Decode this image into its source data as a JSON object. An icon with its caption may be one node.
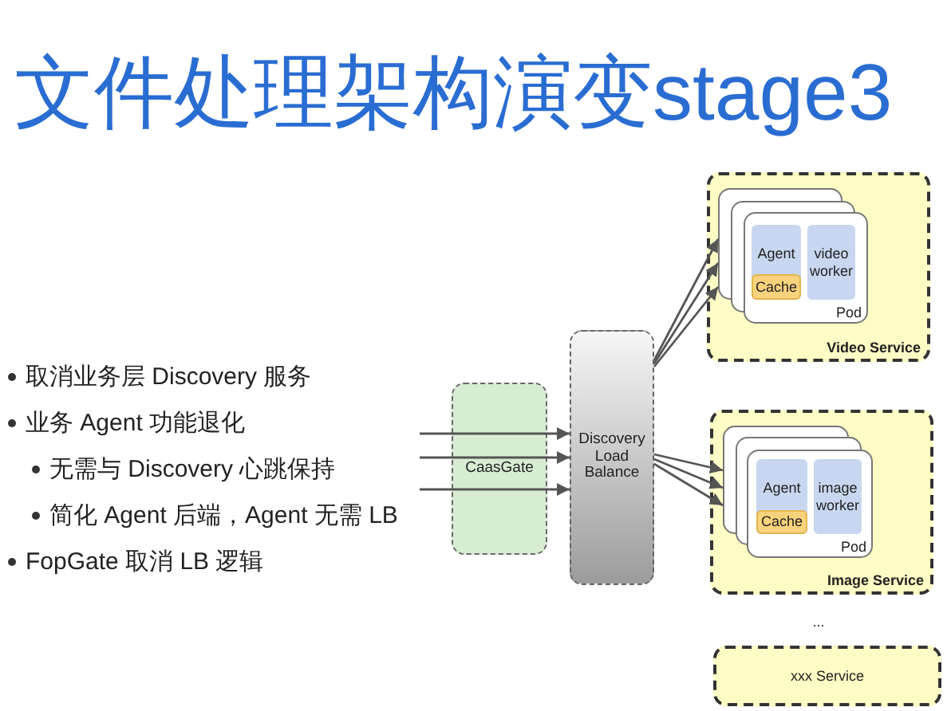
{
  "diagram": {
    "title": "文件处理架构演变stage3",
    "nodes": [
      {
        "text": [
          "CaasGate"
        ]
      },
      {
        "text": [
          "Discovery Load Balance"
        ]
      },
      {
        "text": [
          "Video Service"
        ]
      },
      {
        "text": [
          "Pod"
        ],
        "in": 2
      },
      {
        "text": [
          "Agent"
        ],
        "in": 3
      },
      {
        "text": [
          "Cache"
        ],
        "in": 4
      },
      {
        "text": [
          "video worker"
        ],
        "in": 3
      },
      {
        "text": [
          "Image Service"
        ]
      },
      {
        "text": [
          "Pod"
        ],
        "in": 7
      },
      {
        "text": [
          "Agent"
        ],
        "in": 8
      },
      {
        "text": [
          "Cache"
        ],
        "in": 9
      },
      {
        "text": [
          "image worker"
        ],
        "in": 8
      },
      {
        "text": [
          "xxx Service"
        ]
      }
    ],
    "edges": [
      {
        "from": null,
        "to": 1,
        "arrow": "to"
      },
      {
        "from": null,
        "to": 1,
        "arrow": "to"
      },
      {
        "from": null,
        "to": 1,
        "arrow": "to"
      },
      {
        "from": 1,
        "to": 3,
        "arrow": "to"
      },
      {
        "from": 1,
        "to": 3,
        "arrow": "to"
      },
      {
        "from": 1,
        "to": 3,
        "arrow": "to"
      },
      {
        "from": 1,
        "to": 8,
        "arrow": "to"
      },
      {
        "from": 1,
        "to": 8,
        "arrow": "to"
      },
      {
        "from": 1,
        "to": 8,
        "arrow": "to"
      }
    ],
    "labels": [
      "取消业务层 Discovery 服务",
      "业务 Agent 功能退化",
      "无需与 Discovery 心跳保持",
      "简化 Agent 后端，Agent 无需 LB",
      "FopGate 取消 LB 逻辑",
      "..."
    ]
  }
}
